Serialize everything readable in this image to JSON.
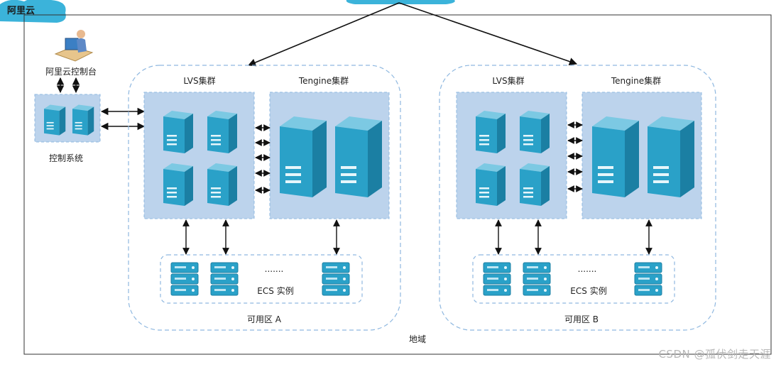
{
  "logo": {
    "text": "阿里云"
  },
  "console": {
    "label": "阿里云控制台"
  },
  "control_system": {
    "label": "控制系统"
  },
  "zones": [
    {
      "label": "可用区 A",
      "lvs_label": "LVS集群",
      "tengine_label": "Tengine集群",
      "ecs_label": "ECS 实例",
      "ecs_dots": "......."
    },
    {
      "label": "可用区 B",
      "lvs_label": "LVS集群",
      "tengine_label": "Tengine集群",
      "ecs_label": "ECS 实例",
      "ecs_dots": "......."
    }
  ],
  "region": {
    "label": "地域"
  },
  "watermark": {
    "text": "CSDN @孤伏剑走天涯"
  },
  "colors": {
    "cluster_fill": "#bcd3ec",
    "server": "#2aa1c8",
    "server_dark": "#1b7fa3",
    "dashed": "#8fb8e0",
    "cloud": "#3bb3da"
  }
}
